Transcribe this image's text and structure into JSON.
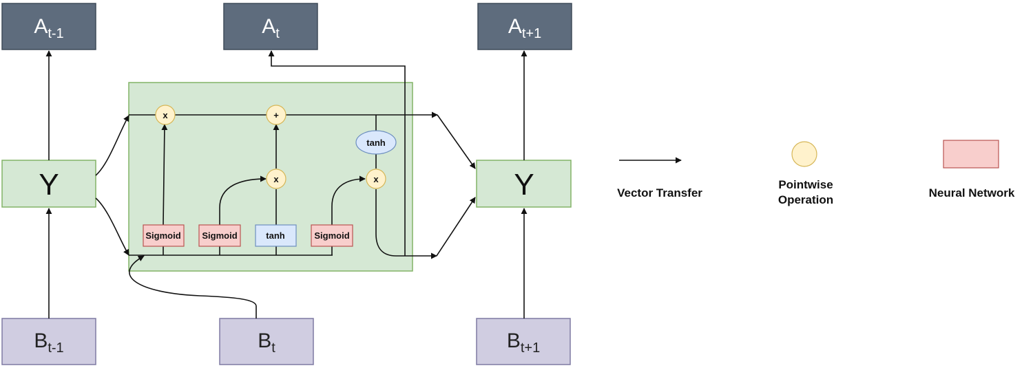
{
  "outputs": [
    {
      "main": "A",
      "sub": "t-1"
    },
    {
      "main": "A",
      "sub": "t"
    },
    {
      "main": "A",
      "sub": "t+1"
    }
  ],
  "inputs": [
    {
      "main": "B",
      "sub": "t-1"
    },
    {
      "main": "B",
      "sub": "t"
    },
    {
      "main": "B",
      "sub": "t+1"
    }
  ],
  "cells": [
    {
      "label": "Y"
    },
    {
      "label": "Y"
    }
  ],
  "gates": [
    {
      "label": "Sigmoid"
    },
    {
      "label": "Sigmoid"
    },
    {
      "label": "tanh"
    },
    {
      "label": "Sigmoid"
    }
  ],
  "ops": [
    {
      "label": "x"
    },
    {
      "label": "+"
    },
    {
      "label": "x"
    },
    {
      "label": "x"
    }
  ],
  "activation": {
    "label": "tanh"
  },
  "legend": [
    {
      "label": "Vector Transfer"
    },
    {
      "label_line1": "Pointwise",
      "label_line2": "Operation"
    },
    {
      "label": "Neural Network"
    }
  ],
  "colors": {
    "output_box": "#5e6c7d",
    "input_box": "#d0cde1",
    "cell_box": "#d5e8d4",
    "neural_network": "#f8cecc",
    "tanh_box": "#dae8fc",
    "pointwise": "#fff2cc"
  }
}
